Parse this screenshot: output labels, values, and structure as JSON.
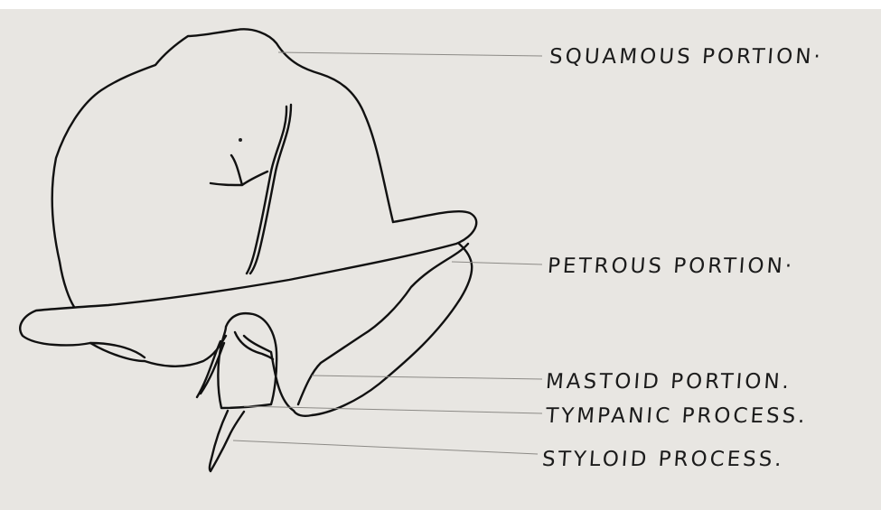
{
  "diagram": {
    "labels": {
      "squamous": "SQUAMOUS PORTION·",
      "petrous": "PETROUS PORTION·",
      "mastoid": "MASTOID PORTION.",
      "tympanic": "TYMPANIC PROCESS.",
      "styloid": "STYLOID PROCESS."
    }
  }
}
